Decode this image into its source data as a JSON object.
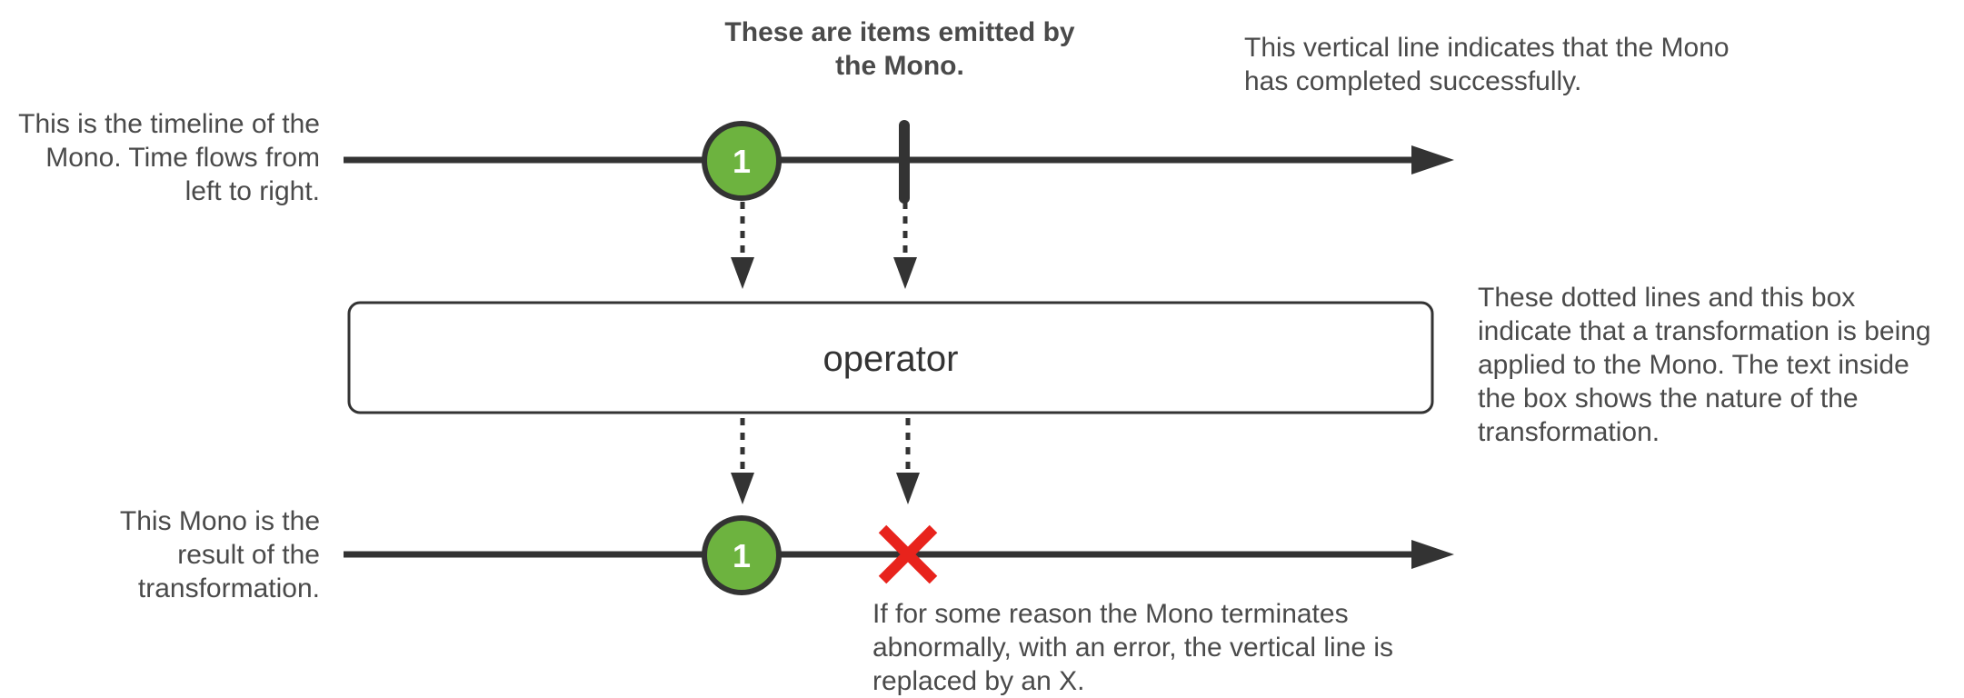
{
  "annotations": {
    "timeline": "This is the timeline of the\nMono. Time flows from\nleft to right.",
    "items": "These are items emitted by\nthe Mono.",
    "completion": "This vertical line indicates that the Mono\nhas completed successfully.",
    "operator_box": "These dotted lines and this box\nindicate that a transformation is being\napplied to the Mono. The text inside\nthe box shows the nature of the\ntransformation.",
    "result": "This Mono is the\nresult of the\ntransformation.",
    "error": "If for some reason the Mono terminates\nabnormally, with an error, the vertical line is\nreplaced by an X."
  },
  "operator": {
    "label": "operator"
  },
  "source_item": {
    "label": "1"
  },
  "result_item": {
    "label": "1"
  },
  "colors": {
    "timeline": "#333333",
    "item_fill": "#6db33f",
    "item_stroke": "#333333",
    "error_x": "#e8231c",
    "text": "#4a4a4a"
  }
}
